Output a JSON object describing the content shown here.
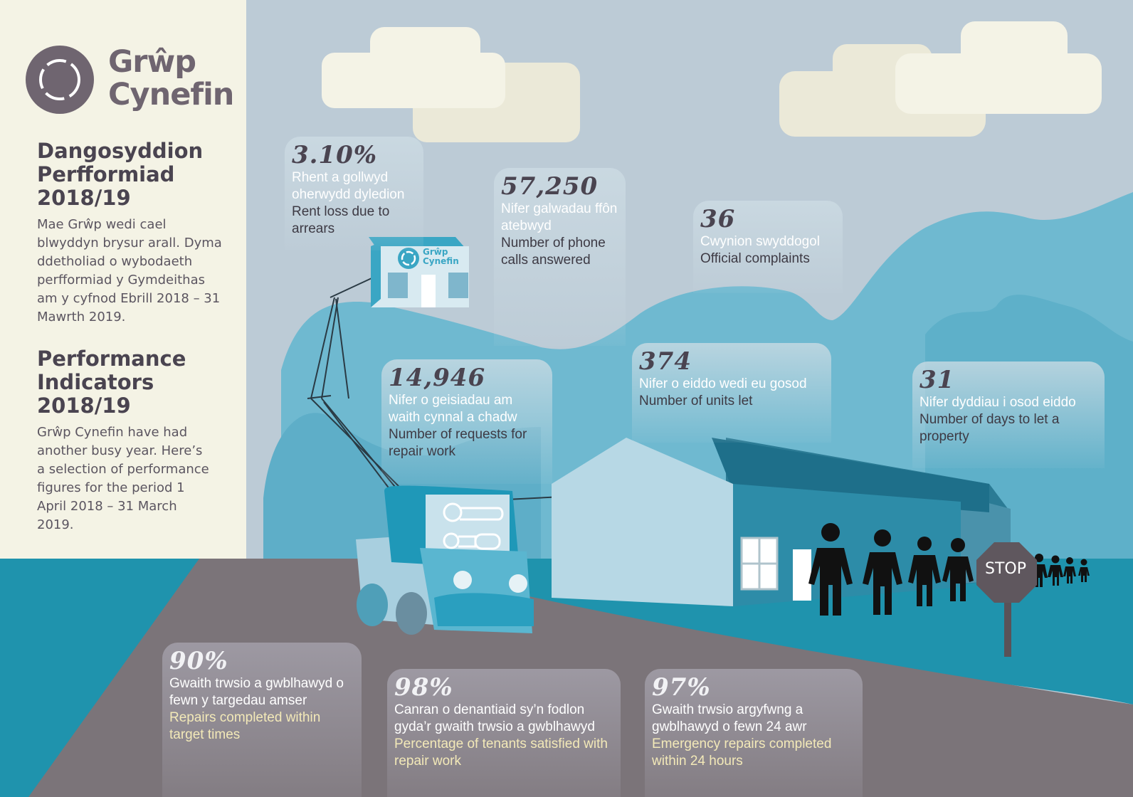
{
  "brand": {
    "name_line1": "Grŵp",
    "name_line2": "Cynefin",
    "sign_line1": "Grŵp",
    "sign_line2": "Cynefin"
  },
  "welsh": {
    "heading": "Dangosyddion Perfformiad 2018/19",
    "body": "Mae Grŵp wedi cael\nblwyddyn brysur arall.  Dyma\nddetholiad o wybodaeth\nperfformiad y Gymdeithas\nam y cyfnod Ebrill 2018 – 31\nMawrth 2019."
  },
  "english": {
    "heading": "Performance Indicators 2018/19",
    "body": "Grŵp Cynefin have had\nanother busy year.  Here’s\na selection of performance\nfigures for the period 1\nApril 2018 – 31 March\n2019."
  },
  "stats": {
    "rent_loss": {
      "value": "3.10%",
      "cy": "Rhent a gollwyd oherwydd dyledion",
      "en": "Rent loss due to arrears"
    },
    "calls": {
      "value": "57,250",
      "cy": "Nifer galwadau ffôn atebwyd",
      "en": "Number of phone calls answered"
    },
    "complaints": {
      "value": "36",
      "cy": "Cwynion swyddogol",
      "en": "Official complaints"
    },
    "repairs_requests": {
      "value": "14,946",
      "cy": "Nifer o geisiadau am waith cynnal a chadw",
      "en": "Number of requests for repair work"
    },
    "units_let": {
      "value": "374",
      "cy": "Nifer o eiddo wedi eu gosod",
      "en": "Number of units let"
    },
    "days_to_let": {
      "value": "31",
      "cy": "Nifer dyddiau i osod eiddo",
      "en": "Number of days to let a property"
    },
    "repairs_target": {
      "value": "90%",
      "cy": "Gwaith trwsio a gwblhawyd o fewn y targedau amser",
      "en": "Repairs completed within target times"
    },
    "tenant_satisfaction": {
      "value": "98%",
      "cy": "Canran o denantiaid sy’n fodlon gyda’r gwaith trwsio a gwblhawyd",
      "en": "Percentage of tenants satisfied with repair work"
    },
    "emergency_repairs": {
      "value": "97%",
      "cy": "Gwaith trwsio argyfwng a gwblhawyd o fewn 24 awr",
      "en": "Emergency repairs completed within 24 hours"
    }
  },
  "stop_sign": "STOP",
  "colors": {
    "sky": "#bccbd6",
    "teal": "#1f93ad",
    "road": "#7b7479",
    "panel": "#f4f3e5",
    "logo": "#6f6570"
  },
  "icons": [
    "logo-ring-icon",
    "wrench-icon",
    "screwdriver-icon",
    "person-icon",
    "stop-sign-icon"
  ]
}
